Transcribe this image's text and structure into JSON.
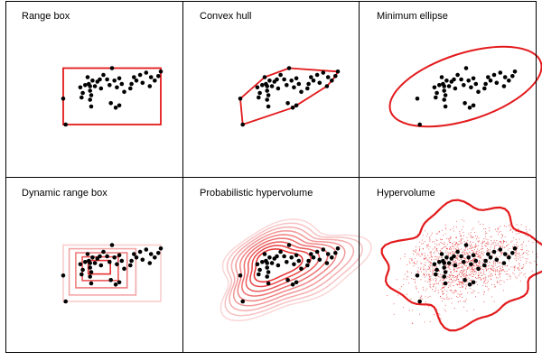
{
  "panels": [
    {
      "id": "range-box",
      "title": "Range box",
      "method": "range-box"
    },
    {
      "id": "convex-hull",
      "title": "Convex hull",
      "method": "convex-hull"
    },
    {
      "id": "minimum-ellipse",
      "title": "Minimum ellipse",
      "method": "ellipse"
    },
    {
      "id": "dynamic-range-box",
      "title": "Dynamic range box",
      "method": "dynamic-range-box"
    },
    {
      "id": "probabilistic-hypervolume",
      "title": "Probabilistic hypervolume",
      "method": "kde-contours"
    },
    {
      "id": "hypervolume",
      "title": "Hypervolume",
      "method": "hypervolume"
    }
  ],
  "colors": {
    "points": "#000000",
    "outline": "#e31a1c",
    "grid_lines": "#000000",
    "background": "#ffffff"
  },
  "point_cloud": [
    [
      0.0,
      2.3
    ],
    [
      0.2,
      0.0
    ],
    [
      1.5,
      2.4
    ],
    [
      1.4,
      3.3
    ],
    [
      1.6,
      2.8
    ],
    [
      1.8,
      3.5
    ],
    [
      2.0,
      4.2
    ],
    [
      2.1,
      3.6
    ],
    [
      2.2,
      3.0
    ],
    [
      2.3,
      2.6
    ],
    [
      2.4,
      3.9
    ],
    [
      2.6,
      3.4
    ],
    [
      2.8,
      3.8
    ],
    [
      3.0,
      4.0
    ],
    [
      3.1,
      3.2
    ],
    [
      3.3,
      4.4
    ],
    [
      3.6,
      4.0
    ],
    [
      3.8,
      3.5
    ],
    [
      4.0,
      5.0
    ],
    [
      4.2,
      3.9
    ],
    [
      4.4,
      3.3
    ],
    [
      4.6,
      4.1
    ],
    [
      4.8,
      3.6
    ],
    [
      5.0,
      2.9
    ],
    [
      3.9,
      1.9
    ],
    [
      4.6,
      1.7
    ],
    [
      4.3,
      1.5
    ],
    [
      2.2,
      2.2
    ],
    [
      2.3,
      1.6
    ],
    [
      5.6,
      3.6
    ],
    [
      5.8,
      4.2
    ],
    [
      6.0,
      3.9
    ],
    [
      6.3,
      4.4
    ],
    [
      6.5,
      3.7
    ],
    [
      6.8,
      4.6
    ],
    [
      7.2,
      4.2
    ],
    [
      7.5,
      3.9
    ],
    [
      7.8,
      4.3
    ],
    [
      8.0,
      4.7
    ],
    [
      7.1,
      3.4
    ],
    [
      2.2,
      3.4
    ],
    [
      5.5,
      3.2
    ]
  ]
}
